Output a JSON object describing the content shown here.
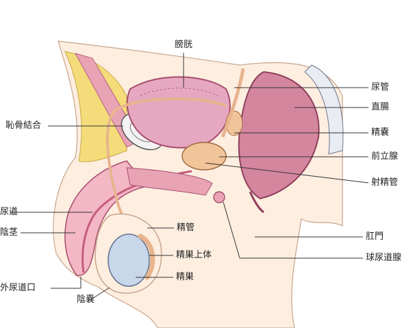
{
  "labels": {
    "bladder": "膀胱",
    "ureter": "尿管",
    "rectum": "直腸",
    "pubic_symphysis": "恥骨結合",
    "seminal_vesicle": "精嚢",
    "prostate": "前立腺",
    "ejaculatory_duct": "射精管",
    "urethra": "尿道",
    "penis": "陰茎",
    "vas_deferens": "精管",
    "anus": "肛門",
    "bulbourethral_gland": "球尿道腺",
    "epididymis": "精巣上体",
    "testis": "精巣",
    "external_urethral_orifice": "外尿道口",
    "scrotum": "陰嚢"
  },
  "colors": {
    "fat": "#f5dc7a",
    "muscle": "#e8a3b4",
    "bladder": "#e6a8c0",
    "rectum": "#d4869f",
    "prostate": "#f2c49a",
    "testis": "#c9d7ea",
    "skin": "#fdeee0",
    "leader": "#333333"
  }
}
